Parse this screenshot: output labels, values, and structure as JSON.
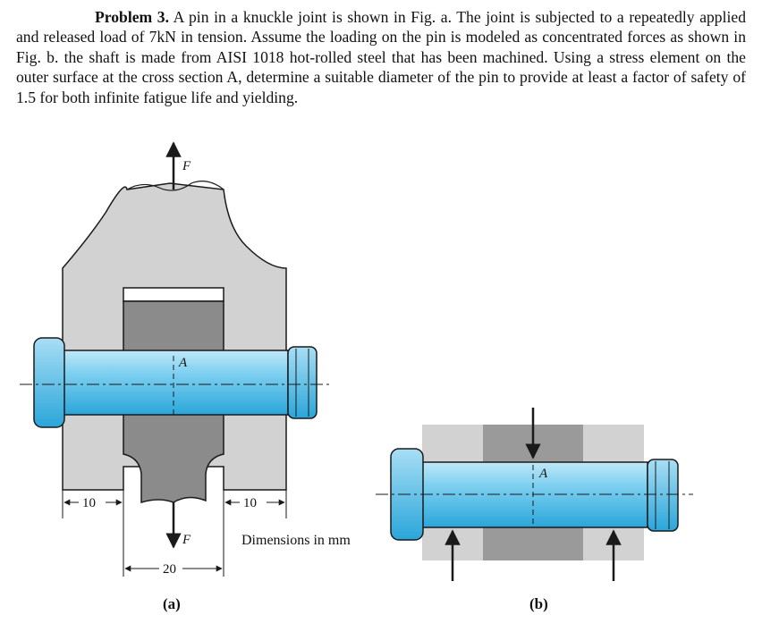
{
  "problem": {
    "heading": "Problem 3.",
    "body": "A pin in a knuckle joint is shown in Fig. a. The joint is subjected to a repeatedly applied and released load of 7kN in tension. Assume the loading on the pin is modeled as concentrated forces as shown in Fig. b. the shaft is made from AISI 1018 hot-rolled steel that has been machined. Using a stress element on the outer surface at the cross section A, determine a suitable diameter of the pin to provide at least a factor of safety of 1.5 for both infinite fatigue life and yielding."
  },
  "figure_a": {
    "force_top": "F",
    "force_bottom": "F",
    "section_label": "A",
    "dim_left": "10",
    "dim_right": "10",
    "dim_bottom": "20",
    "units_note": "Dimensions in mm",
    "caption": "(a)"
  },
  "figure_b": {
    "section_label": "A",
    "caption": "(b)"
  },
  "colors": {
    "light_gray": "#d2d2d2",
    "mid_gray": "#a7a7a7",
    "dark_gray": "#888888",
    "pin_blue": "#6cc7ec",
    "pin_blue_dark": "#28a8dc",
    "line": "#1a1a1a"
  }
}
